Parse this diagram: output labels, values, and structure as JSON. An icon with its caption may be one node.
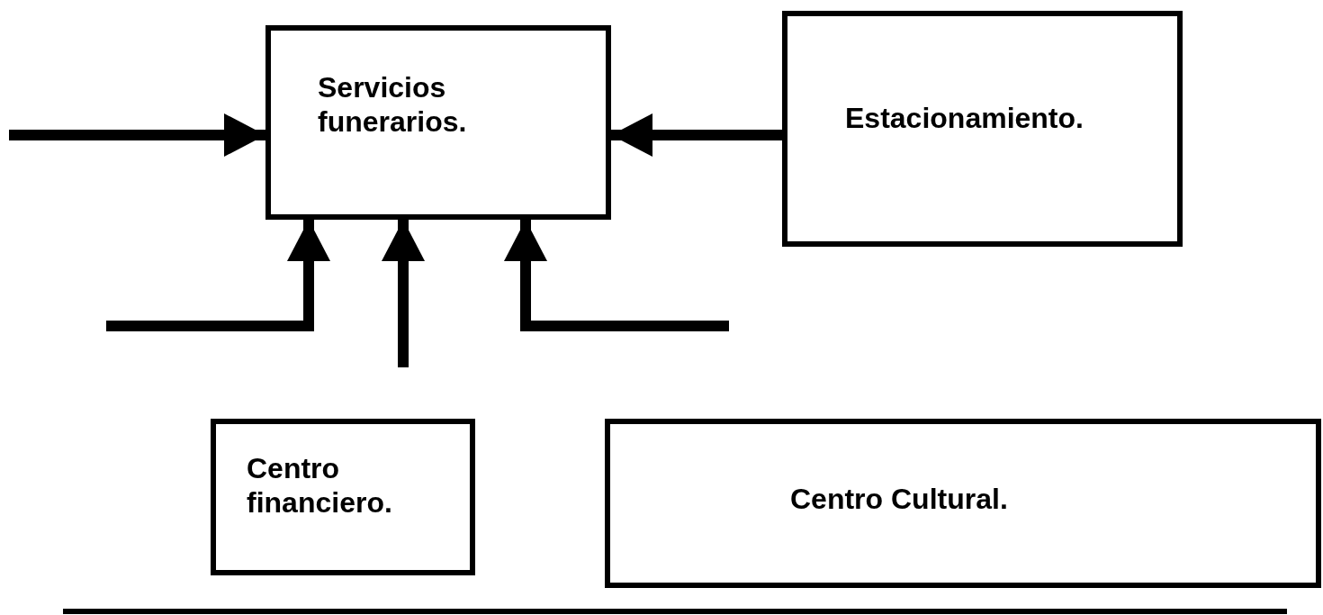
{
  "diagram": {
    "nodes": [
      {
        "text": [
          "Servicios funerarios."
        ]
      },
      {
        "text": [
          "Estacionamiento."
        ]
      },
      {
        "text": [
          "Centro financiero."
        ]
      },
      {
        "text": [
          "Centro Cultural."
        ]
      }
    ],
    "edges": [
      {
        "from": null,
        "to": 0,
        "arrow": "to"
      },
      {
        "from": 1,
        "to": 0,
        "arrow": "to"
      },
      {
        "from": null,
        "to": 0,
        "arrow": "to"
      },
      {
        "from": null,
        "to": 0,
        "arrow": "to"
      },
      {
        "from": null,
        "to": 0,
        "arrow": "to"
      }
    ]
  }
}
